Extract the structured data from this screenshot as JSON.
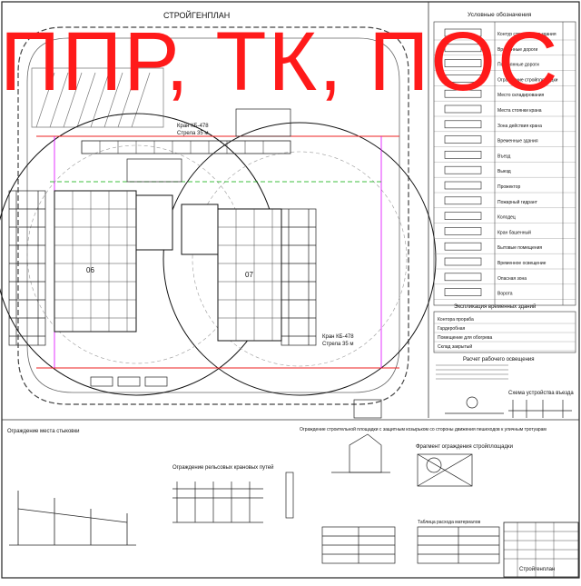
{
  "overlay_title": "ППР, ТК, ПОС",
  "plan": {
    "title": "СТРОЙГЕНПЛАН",
    "crane_left": "Кран КБ-478",
    "crane_left_line": "Стрела 35 м",
    "crane_right": "Кран КБ-478",
    "crane_right_line": "Стрела 35 м",
    "building_left_no": "06",
    "building_right_no": "07"
  },
  "legend": {
    "title": "Условные обозначения",
    "items": [
      "Контур строящегося здания",
      "Временные дороги",
      "Постоянные дороги",
      "Ограждение стройплощадки",
      "Место складирования",
      "Места стоянки крана",
      "Зона действия крана",
      "Временные здания",
      "Въезд",
      "Выезд",
      "Прожектор",
      "Пожарный гидрант",
      "Колодец",
      "Кран башенный",
      "Бытовые помещения",
      "Временное освещение",
      "Опасная зона",
      "Ворота"
    ]
  },
  "table_buildings": {
    "title": "Экспликация временных зданий",
    "rows": [
      "Контора прораба",
      "Гардеробная",
      "Помещение для обогрева",
      "Склад закрытый"
    ]
  },
  "calc_title": "Расчет рабочего освещения",
  "scheme_title": "Схема устройства въезда",
  "detail_fence_gate_title": "Ограждение места стыковки",
  "detail_rails_title": "Ограждение рельсовых крановых путей",
  "detail_site_title": "Ограждение строительной площадки с защитным козырьком со стороны движения пешеходов к уличным тротуарам",
  "detail_fragment_title": "Фрагмент ограждения стройплощадки",
  "table_small_title": "Таблица расхода материалов",
  "stamp_label": "Стройгенплан"
}
